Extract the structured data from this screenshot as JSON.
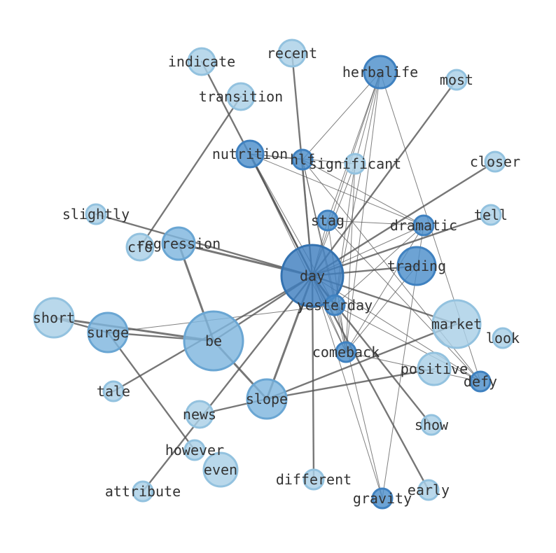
{
  "colors": {
    "light": "#a9cfe6",
    "medium": "#77b1da",
    "dark": "#3f81c0",
    "edge": "#555555",
    "label": "#333333"
  },
  "nodes": [
    {
      "id": "day",
      "label": "day",
      "shade": "darker"
    },
    {
      "id": "be",
      "label": "be",
      "shade": "medium"
    },
    {
      "id": "market",
      "label": "market",
      "shade": "light"
    },
    {
      "id": "slope",
      "label": "slope",
      "shade": "medium"
    },
    {
      "id": "trading",
      "label": "trading",
      "shade": "dark"
    },
    {
      "id": "surge",
      "label": "surge",
      "shade": "medium"
    },
    {
      "id": "short",
      "label": "short",
      "shade": "light"
    },
    {
      "id": "herbalife",
      "label": "herbalife",
      "shade": "dark"
    },
    {
      "id": "regression",
      "label": "regression",
      "shade": "medium"
    },
    {
      "id": "positive",
      "label": "positive",
      "shade": "light"
    },
    {
      "id": "even",
      "label": "even",
      "shade": "light"
    },
    {
      "id": "nutrition",
      "label": "nutrition",
      "shade": "dark"
    },
    {
      "id": "news",
      "label": "news",
      "shade": "light"
    },
    {
      "id": "cfo",
      "label": "cfo",
      "shade": "light"
    },
    {
      "id": "transition",
      "label": "transition",
      "shade": "light"
    },
    {
      "id": "indicate",
      "label": "indicate",
      "shade": "light"
    },
    {
      "id": "recent",
      "label": "recent",
      "shade": "light"
    },
    {
      "id": "yesterday",
      "label": "yesterday",
      "shade": "dark"
    },
    {
      "id": "comeback",
      "label": "comeback",
      "shade": "dark"
    },
    {
      "id": "defy",
      "label": "defy",
      "shade": "dark"
    },
    {
      "id": "dramatic",
      "label": "dramatic",
      "shade": "dark"
    },
    {
      "id": "stag",
      "label": "stag",
      "shade": "dark"
    },
    {
      "id": "hlf",
      "label": "hlf",
      "shade": "dark"
    },
    {
      "id": "significant",
      "label": "significant",
      "shade": "light"
    },
    {
      "id": "gravity",
      "label": "gravity",
      "shade": "dark"
    },
    {
      "id": "closer",
      "label": "closer",
      "shade": "light"
    },
    {
      "id": "tell",
      "label": "tell",
      "shade": "light"
    },
    {
      "id": "most",
      "label": "most",
      "shade": "light"
    },
    {
      "id": "look",
      "label": "look",
      "shade": "light"
    },
    {
      "id": "slightly",
      "label": "slightly",
      "shade": "light"
    },
    {
      "id": "tale",
      "label": "tale",
      "shade": "light"
    },
    {
      "id": "however",
      "label": "however",
      "shade": "light"
    },
    {
      "id": "attribute",
      "label": "attribute",
      "shade": "light"
    },
    {
      "id": "different",
      "label": "different",
      "shade": "light"
    },
    {
      "id": "show",
      "label": "show",
      "shade": "light"
    },
    {
      "id": "early",
      "label": "early",
      "shade": "light"
    }
  ],
  "edges": [
    {
      "source": "day",
      "target": "be",
      "weight": 2
    },
    {
      "source": "day",
      "target": "regression",
      "weight": 3
    },
    {
      "source": "day",
      "target": "slope",
      "weight": 3
    },
    {
      "source": "day",
      "target": "trading",
      "weight": 2
    },
    {
      "source": "day",
      "target": "market",
      "weight": 2
    },
    {
      "source": "day",
      "target": "yesterday",
      "weight": 2
    },
    {
      "source": "day",
      "target": "comeback",
      "weight": 1
    },
    {
      "source": "day",
      "target": "nutrition",
      "weight": 2
    },
    {
      "source": "day",
      "target": "indicate",
      "weight": 2
    },
    {
      "source": "day",
      "target": "recent",
      "weight": 2
    },
    {
      "source": "day",
      "target": "most",
      "weight": 2
    },
    {
      "source": "day",
      "target": "closer",
      "weight": 2
    },
    {
      "source": "day",
      "target": "tell",
      "weight": 2
    },
    {
      "source": "day",
      "target": "slightly",
      "weight": 2
    },
    {
      "source": "day",
      "target": "tale",
      "weight": 2
    },
    {
      "source": "day",
      "target": "attribute",
      "weight": 2
    },
    {
      "source": "day",
      "target": "different",
      "weight": 2
    },
    {
      "source": "day",
      "target": "show",
      "weight": 2
    },
    {
      "source": "day",
      "target": "early",
      "weight": 2
    },
    {
      "source": "day",
      "target": "gravity",
      "weight": 1
    },
    {
      "source": "day",
      "target": "herbalife",
      "weight": 1
    },
    {
      "source": "day",
      "target": "hlf",
      "weight": 1
    },
    {
      "source": "day",
      "target": "stag",
      "weight": 1
    },
    {
      "source": "day",
      "target": "dramatic",
      "weight": 1
    },
    {
      "source": "day",
      "target": "defy",
      "weight": 1
    },
    {
      "source": "day",
      "target": "significant",
      "weight": 1
    },
    {
      "source": "be",
      "target": "short",
      "weight": 3
    },
    {
      "source": "be",
      "target": "regression",
      "weight": 3
    },
    {
      "source": "be",
      "target": "slope",
      "weight": 3
    },
    {
      "source": "be",
      "target": "surge",
      "weight": 2
    },
    {
      "source": "surge",
      "target": "short",
      "weight": 2
    },
    {
      "source": "surge",
      "target": "however",
      "weight": 2
    },
    {
      "source": "surge",
      "target": "yesterday",
      "weight": 1
    },
    {
      "source": "slope",
      "target": "market",
      "weight": 2
    },
    {
      "source": "slope",
      "target": "positive",
      "weight": 2
    },
    {
      "source": "slope",
      "target": "news",
      "weight": 2
    },
    {
      "source": "cfo",
      "target": "transition",
      "weight": 2
    },
    {
      "source": "herbalife",
      "target": "hlf",
      "weight": 1
    },
    {
      "source": "herbalife",
      "target": "stag",
      "weight": 1
    },
    {
      "source": "herbalife",
      "target": "significant",
      "weight": 1
    },
    {
      "source": "herbalife",
      "target": "comeback",
      "weight": 1
    },
    {
      "source": "herbalife",
      "target": "yesterday",
      "weight": 1
    },
    {
      "source": "herbalife",
      "target": "defy",
      "weight": 1
    },
    {
      "source": "nutrition",
      "target": "hlf",
      "weight": 1
    },
    {
      "source": "nutrition",
      "target": "dramatic",
      "weight": 1
    },
    {
      "source": "nutrition",
      "target": "yesterday",
      "weight": 1
    },
    {
      "source": "nutrition",
      "target": "comeback",
      "weight": 1
    },
    {
      "source": "nutrition",
      "target": "significant",
      "weight": 1
    },
    {
      "source": "hlf",
      "target": "defy",
      "weight": 1
    },
    {
      "source": "hlf",
      "target": "comeback",
      "weight": 1
    },
    {
      "source": "hlf",
      "target": "dramatic",
      "weight": 1
    },
    {
      "source": "hlf",
      "target": "gravity",
      "weight": 1
    },
    {
      "source": "stag",
      "target": "dramatic",
      "weight": 1
    },
    {
      "source": "stag",
      "target": "comeback",
      "weight": 1
    },
    {
      "source": "stag",
      "target": "defy",
      "weight": 1
    },
    {
      "source": "dramatic",
      "target": "comeback",
      "weight": 1
    },
    {
      "source": "dramatic",
      "target": "gravity",
      "weight": 1
    },
    {
      "source": "dramatic",
      "target": "yesterday",
      "weight": 1
    },
    {
      "source": "significant",
      "target": "comeback",
      "weight": 1
    },
    {
      "source": "significant",
      "target": "yesterday",
      "weight": 1
    },
    {
      "source": "comeback",
      "target": "defy",
      "weight": 1
    },
    {
      "source": "yesterday",
      "target": "defy",
      "weight": 1
    },
    {
      "source": "trading",
      "target": "comeback",
      "weight": 1
    }
  ]
}
